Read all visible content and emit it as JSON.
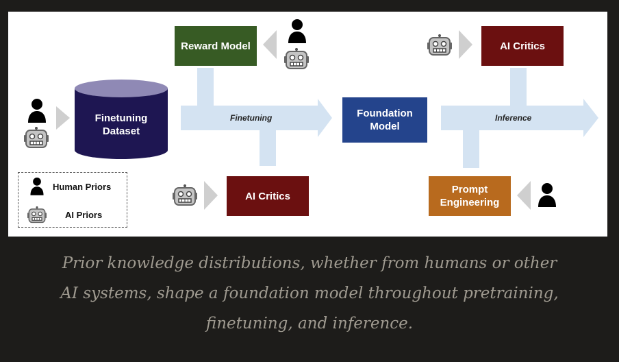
{
  "diagram": {
    "finetuning_dataset_label": "Finetuning Dataset",
    "reward_model_label": "Reward Model",
    "foundation_model_label": "Foundation Model",
    "ai_critics_top_label": "AI Critics",
    "ai_critics_bottom_label": "AI Critics",
    "prompt_engineering_label": "Prompt Engineering",
    "finetuning_arrow_label": "Finetuning",
    "inference_arrow_label": "Inference",
    "legend": {
      "human_label": "Human Priors",
      "ai_label": "AI Priors"
    }
  },
  "caption": {
    "line1": "Prior knowledge distributions, whether from humans or other",
    "line2": "AI systems, shape a foundation model throughout pretraining,",
    "line3": "finetuning, and inference."
  },
  "icons": {
    "human": "person-icon",
    "ai": "robot-icon"
  },
  "colors": {
    "dataset": "#1e1652",
    "reward_model": "#375b24",
    "foundation_model": "#24448c",
    "ai_critics": "#6b1010",
    "prompt_engineering": "#b86a1e",
    "flow_arrows": "#d4e3f2"
  }
}
